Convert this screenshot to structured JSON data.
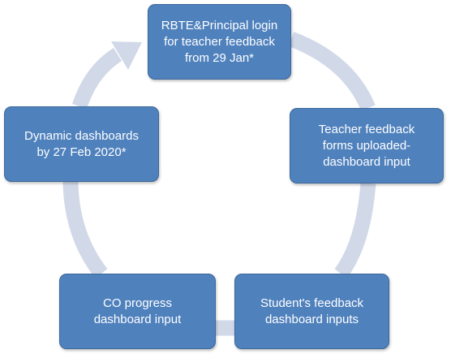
{
  "diagram": {
    "ring_color": "#d1d9e8",
    "node_color": "#4f81bd",
    "nodes": [
      {
        "label": "RBTE&Principal login\nfor teacher feedback\nfrom 29 Jan*"
      },
      {
        "label": "Teacher feedback\nforms uploaded-\ndashboard input"
      },
      {
        "label": "Student's feedback\ndashboard inputs"
      },
      {
        "label": "CO  progress\ndashboard input"
      },
      {
        "label": "Dynamic dashboards\nby 27 Feb 2020*"
      }
    ]
  }
}
